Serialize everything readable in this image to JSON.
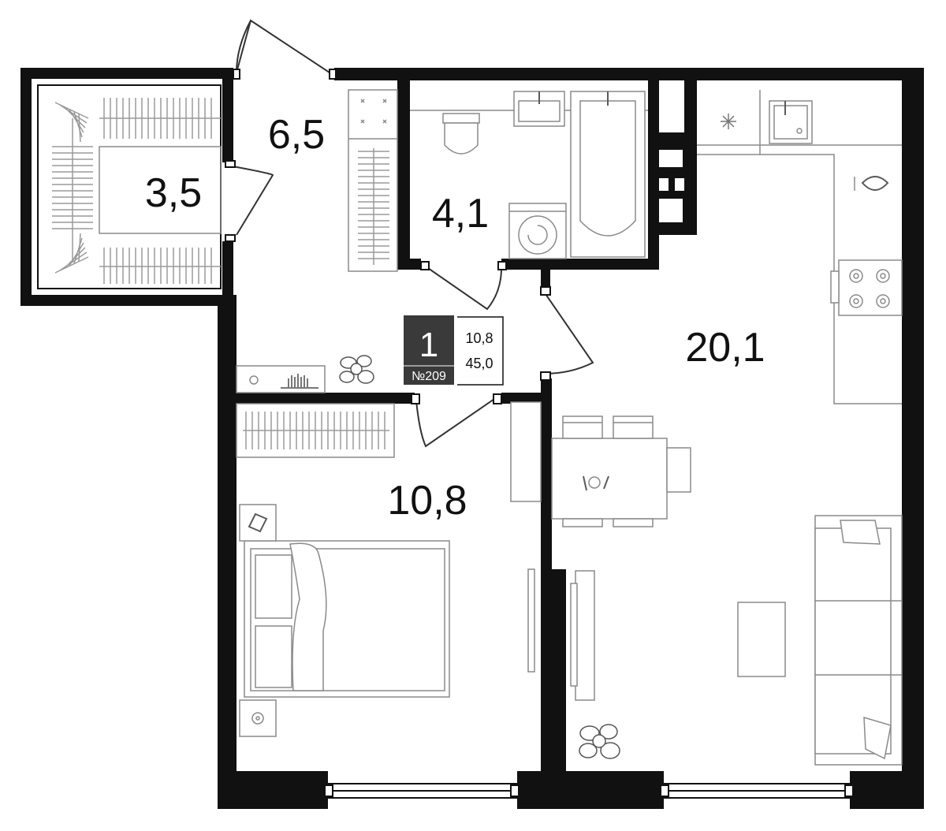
{
  "rooms": [
    {
      "id": "walk-in-closet",
      "area": "3,5"
    },
    {
      "id": "hallway",
      "area": "6,5"
    },
    {
      "id": "bathroom",
      "area": "4,1"
    },
    {
      "id": "kitchen-living",
      "area": "20,1"
    },
    {
      "id": "bedroom",
      "area": "10,8"
    }
  ],
  "apartment": {
    "rooms_count": "1",
    "number": "№209",
    "living_area": "10,8",
    "total_area": "45,0"
  },
  "colors": {
    "wall": "#111111",
    "furniture": "#8a8a8a",
    "badge_bg": "#3a3a3a",
    "background": "#ffffff"
  }
}
